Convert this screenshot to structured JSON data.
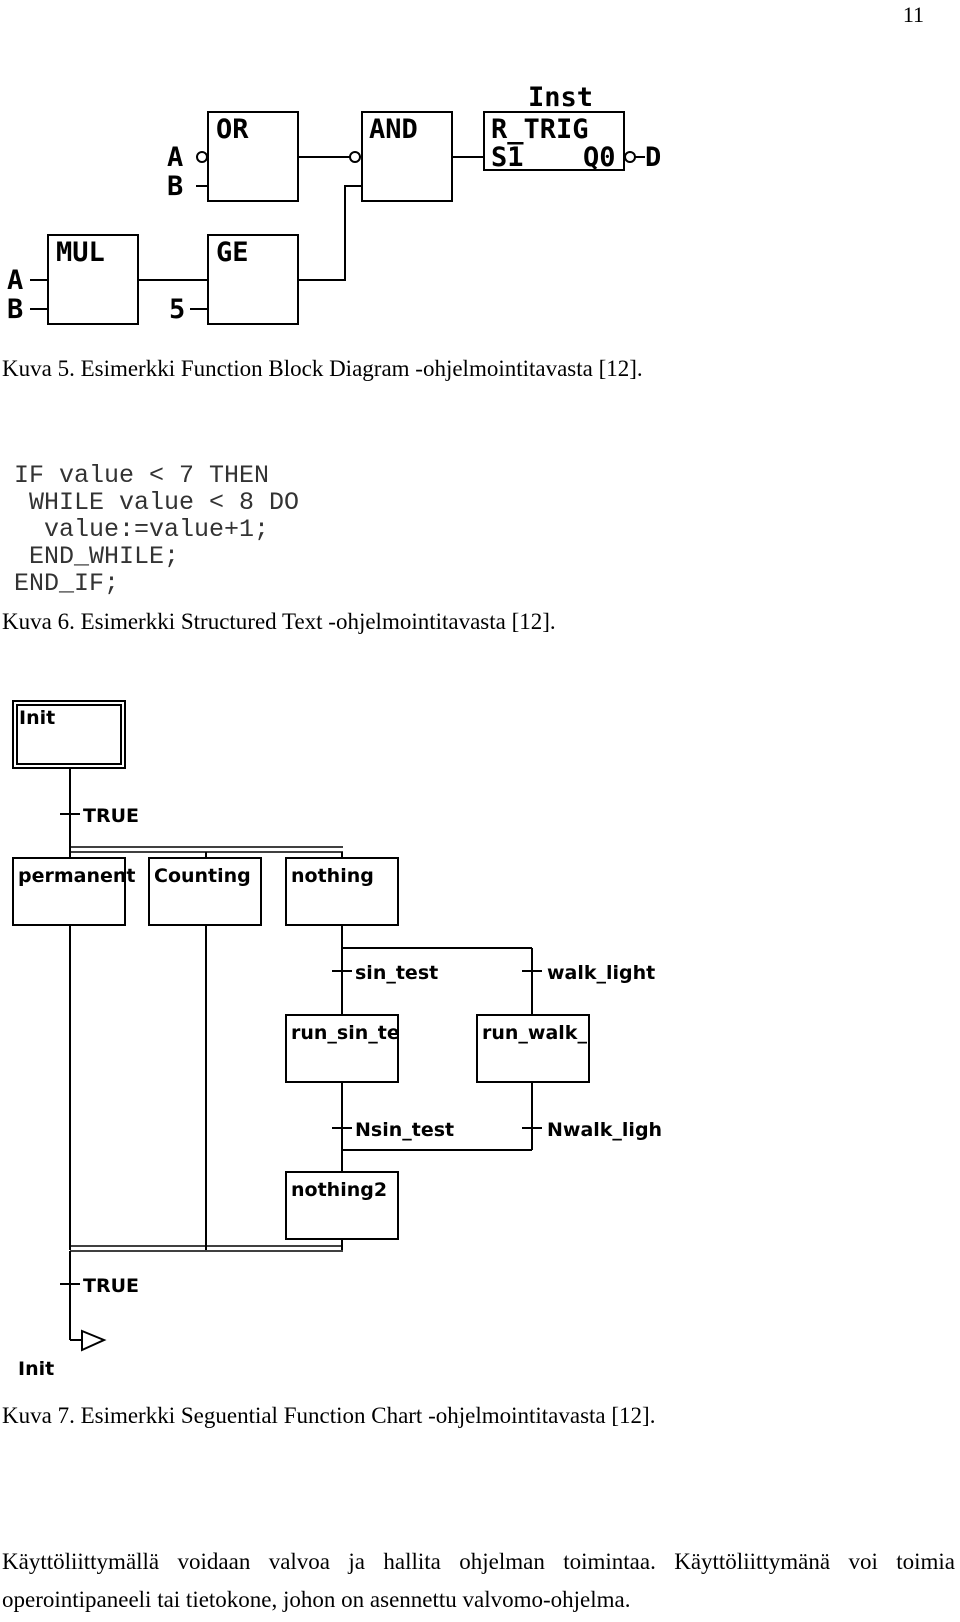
{
  "page_number": "11",
  "fbd": {
    "blocks": {
      "or": "OR",
      "and": "AND",
      "trig_r": "R_TRIG",
      "trig_s1": "S1",
      "trig_q0": "Q0",
      "mul": "MUL",
      "ge": "GE"
    },
    "instance": "Inst",
    "inputs": {
      "a_top": "A",
      "b_top": "B",
      "a_bottom": "A",
      "b_bottom": "B",
      "const": "5"
    },
    "output": "D",
    "caption": "Kuva 5. Esimerkki Function Block Diagram -ohjelmointitavasta [12]."
  },
  "st": {
    "lines": [
      "IF value < 7 THEN",
      " WHILE value < 8 DO",
      "  value:=value+1;",
      " END_WHILE;",
      "END_IF;"
    ],
    "caption": "Kuva 6. Esimerkki Structured Text -ohjelmointitavasta [12]."
  },
  "sfc": {
    "steps": {
      "init": "Init",
      "permanent": "permanent",
      "counting": "Counting",
      "nothing": "nothing",
      "run_sin": "run_sin_te",
      "run_walk": "run_walk_",
      "nothing2": "nothing2"
    },
    "transitions": {
      "true_top": "TRUE",
      "sin_test": "sin_test",
      "walk_light": "walk_light",
      "nsin_test": "Nsin_test",
      "nwalk_ligh": "Nwalk_ligh",
      "true_bottom": "TRUE"
    },
    "jump_target": "Init",
    "caption": "Kuva 7. Esimerkki Seguential Function Chart -ohjelmointitavasta [12]."
  },
  "body_text": "Käyttöliittymällä voidaan valvoa ja hallita ohjelman toimintaa. Käyttöliittymänä voi toimia operointipaneeli tai tietokone, johon on asennettu valvomo-ohjelma."
}
